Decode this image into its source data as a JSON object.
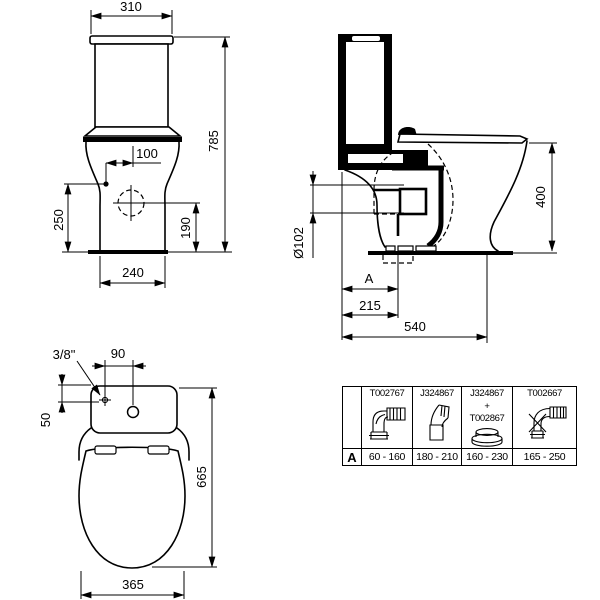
{
  "colors": {
    "ink": "#000000",
    "background": "#ffffff"
  },
  "front_view": {
    "top_width": "310",
    "total_height": "785",
    "supply_offset": "100",
    "supply_height": "250",
    "outlet_height": "190",
    "base_width": "240"
  },
  "side_view": {
    "bowl_height": "400",
    "outlet_diameter": "Ø102",
    "rough_in_label": "A",
    "outlet_setout": "215",
    "depth": "540"
  },
  "top_view": {
    "inlet_thread": "3/8\"",
    "inlet_offset": "90",
    "inlet_setback": "50",
    "length": "665",
    "width": "365"
  },
  "accessories_table": {
    "row_label": "A",
    "columns": [
      {
        "part": "T002767",
        "range": "60 - 160"
      },
      {
        "part": "J324867",
        "range": "180 - 210"
      },
      {
        "part": "J324867",
        "plus": "+",
        "part2": "T002867",
        "range": "160 - 230"
      },
      {
        "part": "T002667",
        "range": "165 - 250"
      }
    ]
  }
}
